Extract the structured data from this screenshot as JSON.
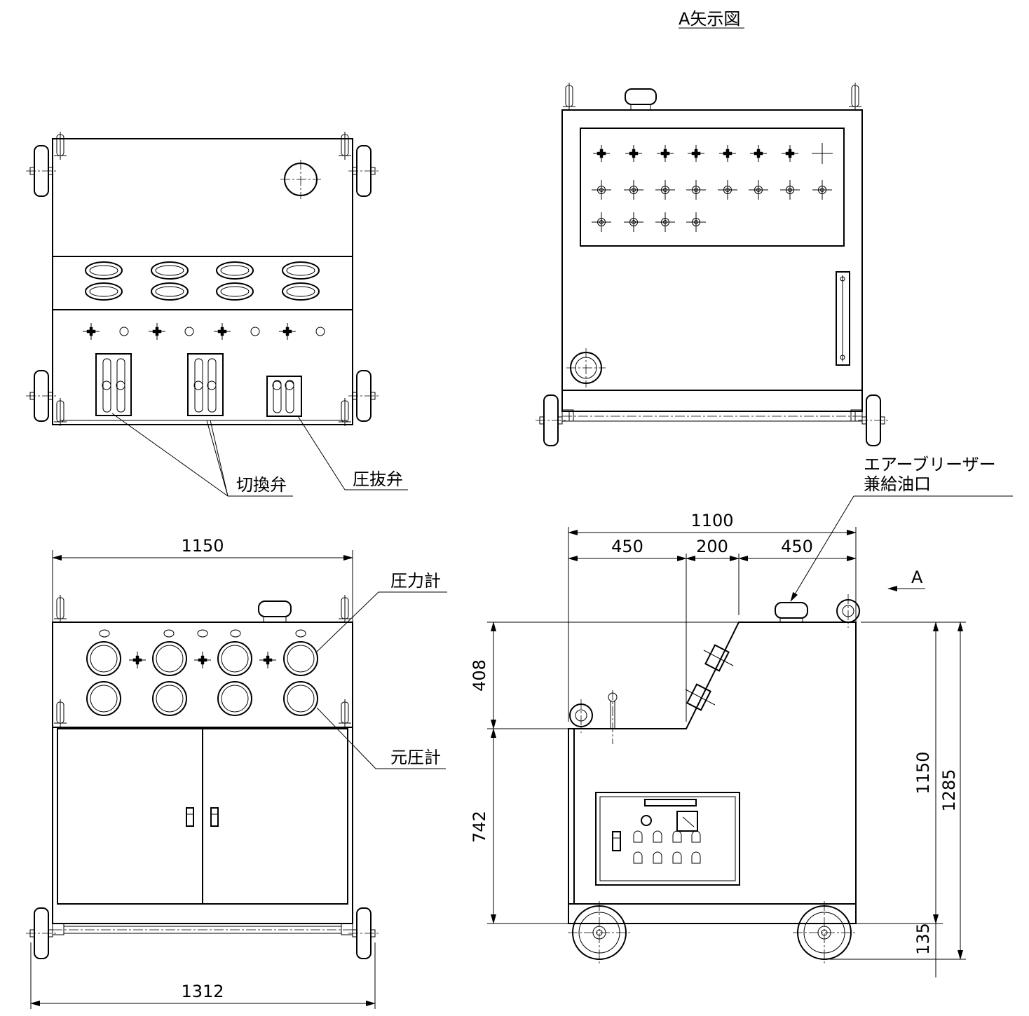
{
  "view_title": "A矢示図",
  "view_arrow_label": "A",
  "callouts": {
    "switch_valve": "切換弁",
    "relief_valve": "圧抜弁",
    "pressure_gauge": "圧力計",
    "source_pressure_gauge": "元圧計",
    "air_breather_line1": "エアーブリーザー",
    "air_breather_line2": "兼給油口"
  },
  "dimensions": {
    "front_width": "1150",
    "wheel_base_width": "1312",
    "side_total": "1100",
    "side_left": "450",
    "side_mid": "200",
    "side_right": "450",
    "upper_height": "408",
    "lower_height": "742",
    "body_height": "1150",
    "total_height": "1285",
    "wheel_height": "135"
  }
}
